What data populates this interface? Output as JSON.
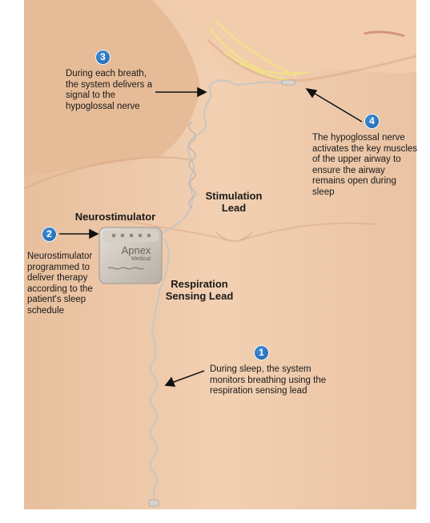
{
  "device": {
    "brand": "Apnex",
    "sub_brand": "Medical",
    "title": "Neurostimulator",
    "description": "Neurostimulator programmed to deliver therapy according to the patient's sleep schedule"
  },
  "leads": {
    "stimulation": "Stimulation Lead",
    "respiration": "Respiration Sensing Lead"
  },
  "steps": [
    {
      "number": "1",
      "text": "During sleep, the system monitors breathing using the respiration sensing lead"
    },
    {
      "number": "2",
      "text": "Neurostimulator programmed to deliver therapy according to the patient's sleep schedule"
    },
    {
      "number": "3",
      "text": "During each breath, the system delivers a signal to the hypoglossal nerve"
    },
    {
      "number": "4",
      "text": "The hypoglossal nerve activates the key muscles of the upper airway to ensure the airway remains open during sleep"
    }
  ],
  "colors": {
    "skin": "#efc9a8",
    "skin_shadow": "#dcae8c",
    "nerve": "#f2e08a",
    "badge": "#2a72c0",
    "lead": "#c9c6c2",
    "device": "#cdc6bd"
  }
}
